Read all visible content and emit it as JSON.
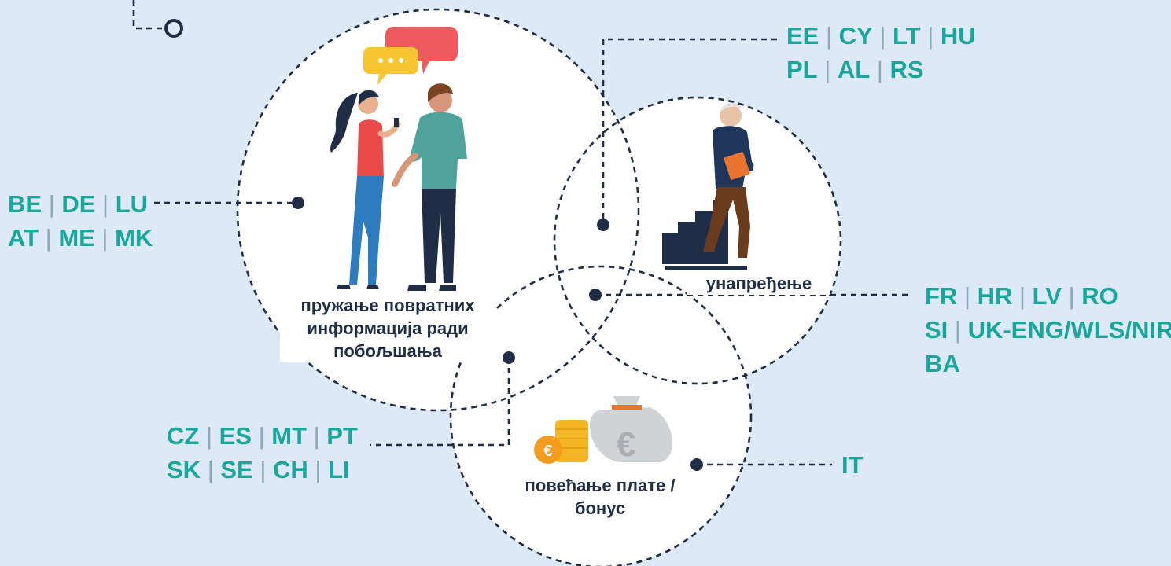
{
  "circles": {
    "feedback": {
      "label_lines": [
        "пружање повратних",
        "информација ради",
        "побољшања"
      ],
      "illustration": "two-people-talking-icon"
    },
    "promotion": {
      "label_lines": [
        "унапређење"
      ],
      "illustration": "man-climbing-stairs-icon"
    },
    "salary": {
      "label_lines": [
        "повећање плате /",
        "бонус"
      ],
      "illustration": "money-bag-coins-icon"
    }
  },
  "country_groups": {
    "feedback": {
      "line1": [
        "BE",
        "DE",
        "LU"
      ],
      "line2": [
        "AT",
        "ME",
        "MK"
      ]
    },
    "feedback_promotion": {
      "line1": [
        "EE",
        "CY",
        "LT",
        "HU"
      ],
      "line2": [
        "PL",
        "AL",
        "RS"
      ]
    },
    "all_three": {
      "line1": [
        "FR",
        "HR",
        "LV",
        "RO"
      ],
      "line2": [
        "SI",
        "UK-ENG/WLS/NIR"
      ],
      "line3": [
        "BA"
      ]
    },
    "feedback_salary": {
      "line1": [
        "CZ",
        "ES",
        "MT",
        "PT"
      ],
      "line2": [
        "SK",
        "SE",
        "CH",
        "LI"
      ]
    },
    "salary": {
      "line1": [
        "IT"
      ]
    }
  },
  "colors": {
    "background": "#dde9f6",
    "country_text": "#1aa79b",
    "label_text": "#1f2d46",
    "connector": "#1f2d46"
  }
}
